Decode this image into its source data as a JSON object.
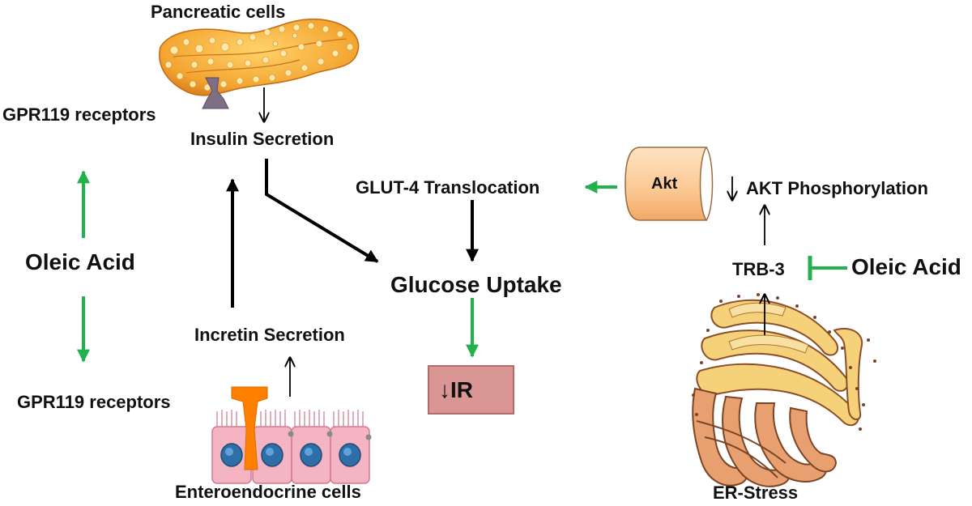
{
  "labels": {
    "pancreatic_cells": "Pancreatic cells",
    "gpr119_top": "GPR119 receptors",
    "insulin_secretion": "Insulin Secretion",
    "glut4_translocation": "GLUT-4 Translocation",
    "akt": "Akt",
    "akt_phosphorylation": "AKT Phosphorylation",
    "oleic_acid_left": "Oleic Acid",
    "glucose_uptake": "Glucose Uptake",
    "trb3": "TRB-3",
    "oleic_acid_right": "Oleic Acid",
    "incretin_secretion": "Incretin Secretion",
    "ir": "IR",
    "gpr119_bottom": "GPR119 receptors",
    "enteroendocrine_cells": "Enteroendocrine cells",
    "er_stress": "ER-Stress",
    "down_arrow_glyph": "↓"
  },
  "colors": {
    "green_arrow": "#22b14c",
    "black_arrow": "#000000",
    "ir_box_fill": "#d99694",
    "akt_fill": "#fbc792",
    "pancreas_fill": "#f3a531",
    "duct_fill": "#7f6f85",
    "cell_fill": "#f4b4c2",
    "nucleus_fill": "#2e6fa8",
    "enteroendocrine_fill": "#ff7f00",
    "er_fill": "#f5d27a",
    "er_stroke": "#8a4f2a"
  }
}
